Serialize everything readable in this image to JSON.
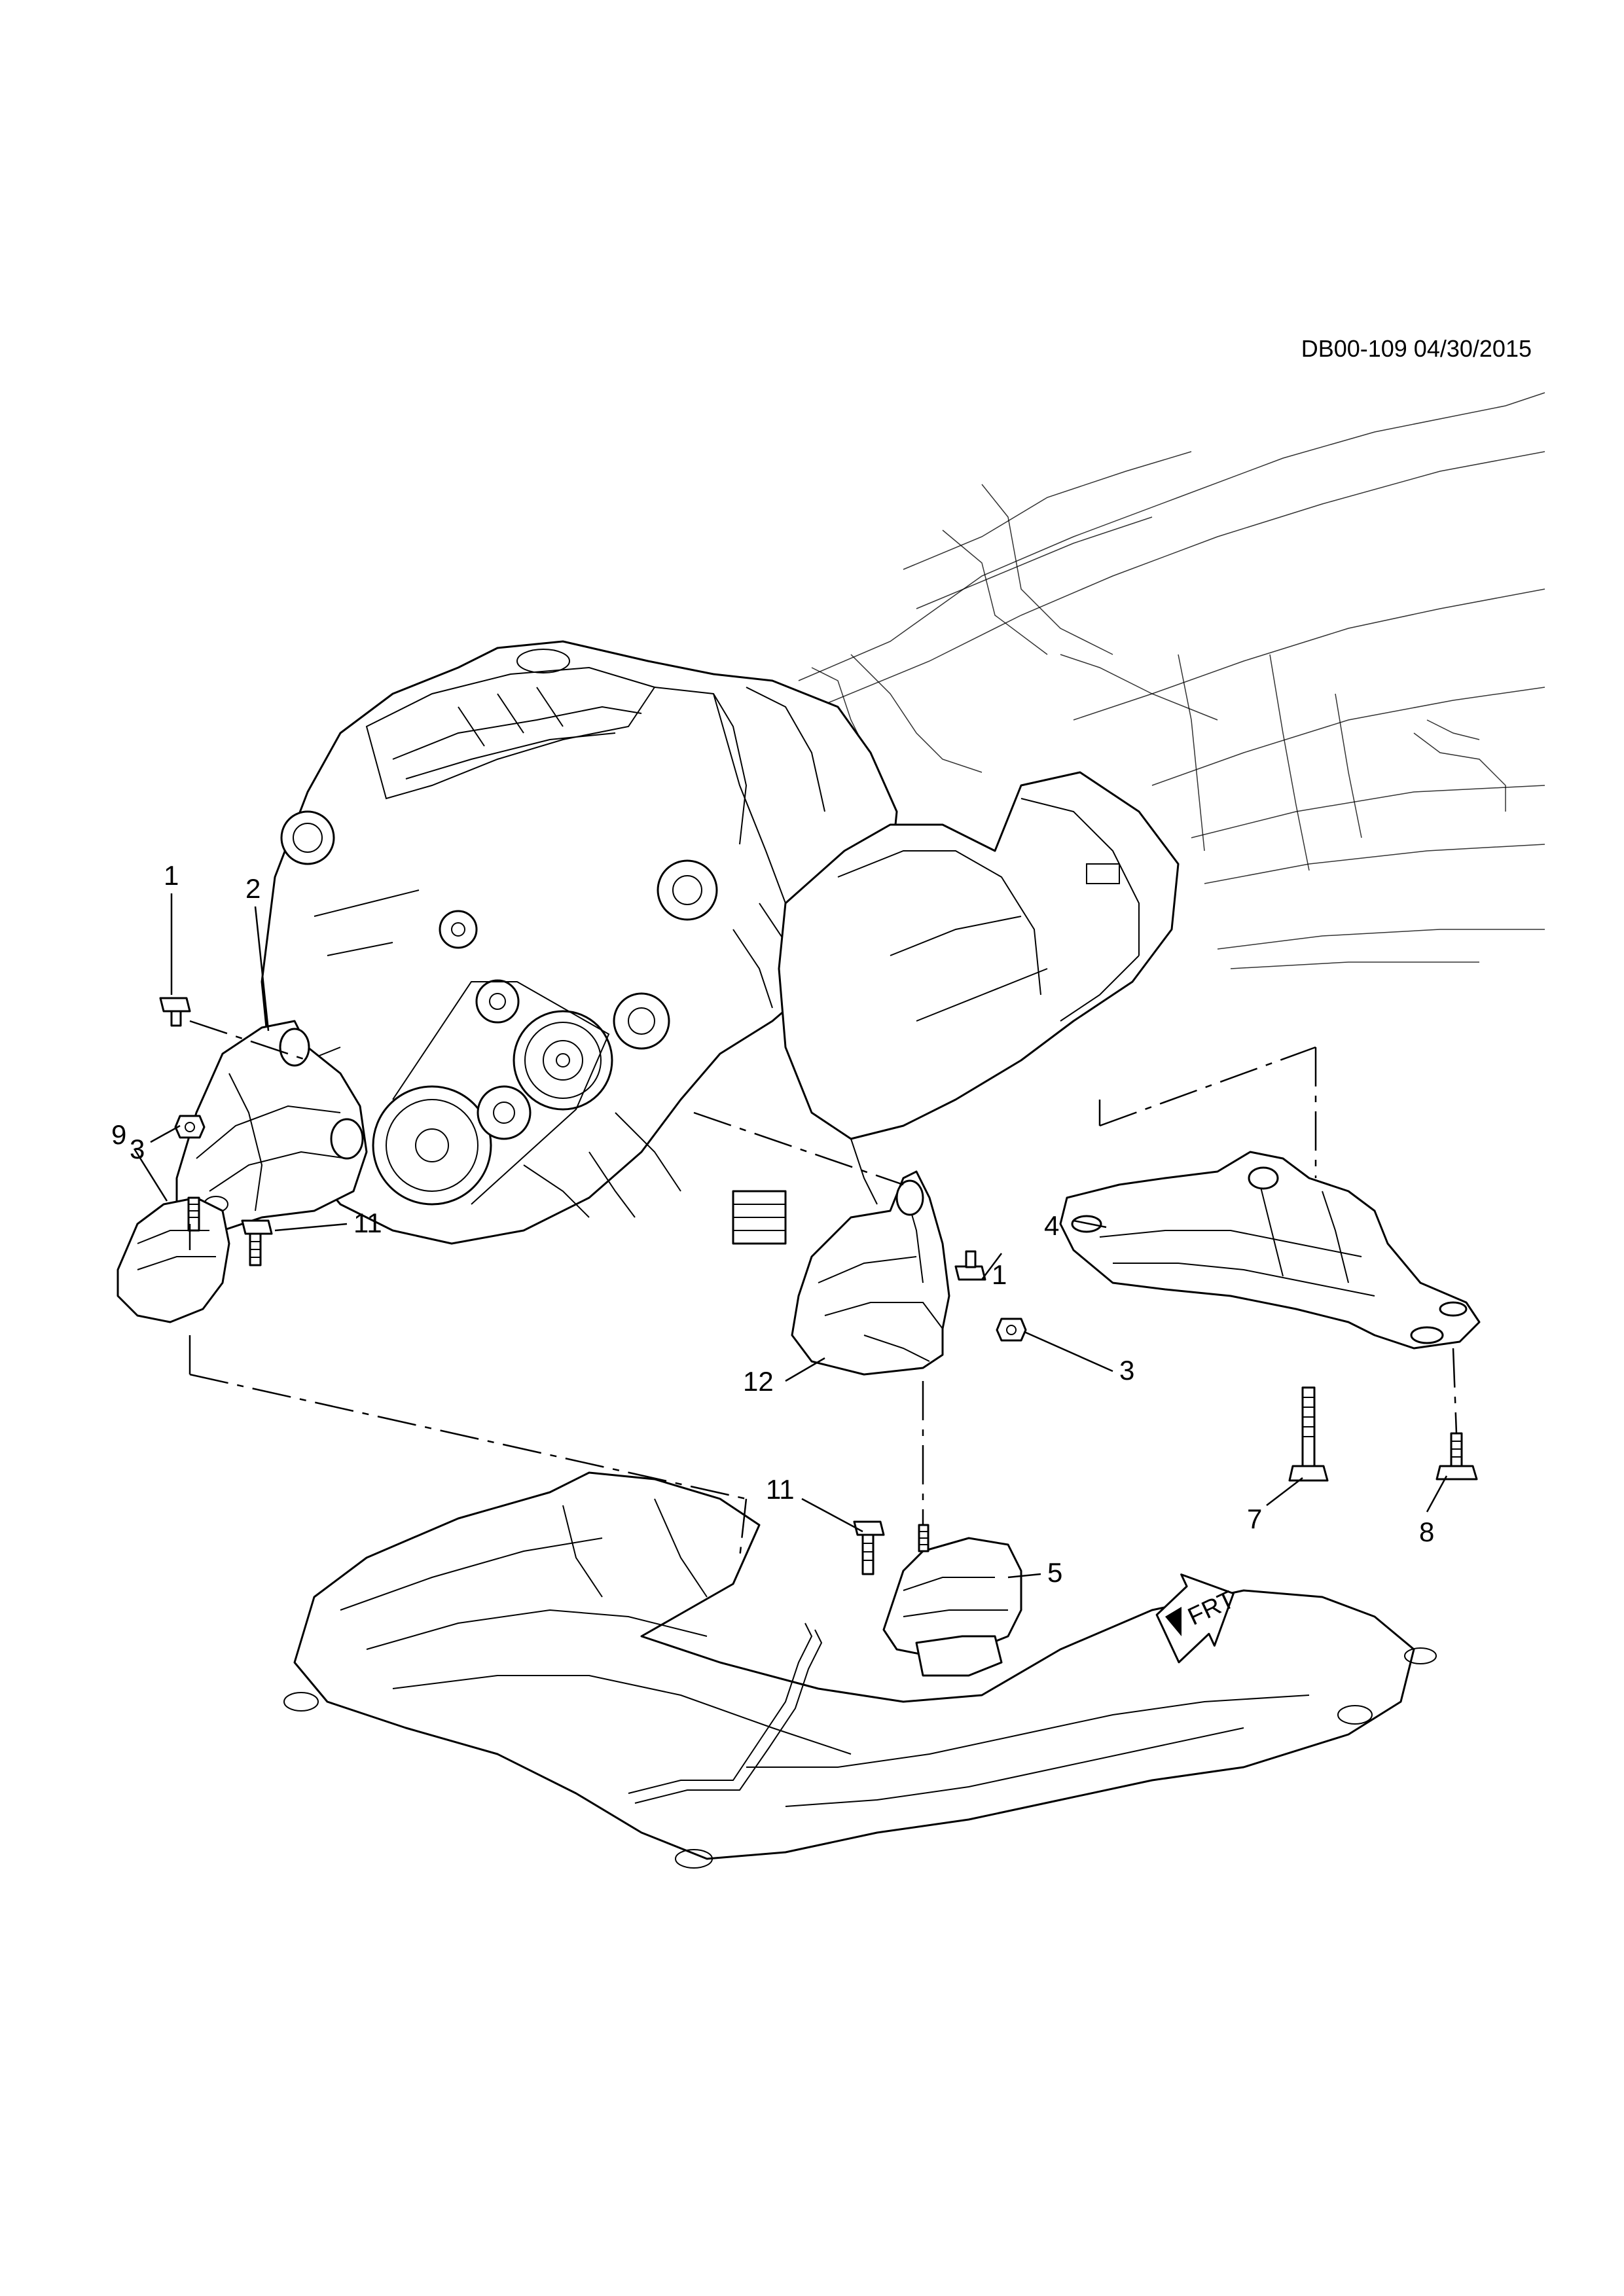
{
  "doc_id": "DB00-109 04/30/2015",
  "frt_label": "FRT",
  "callouts": [
    {
      "id": "c1a",
      "text": "1"
    },
    {
      "id": "c2",
      "text": "2"
    },
    {
      "id": "c3a",
      "text": "3"
    },
    {
      "id": "c9",
      "text": "9"
    },
    {
      "id": "c11a",
      "text": "11"
    },
    {
      "id": "c1b",
      "text": "1"
    },
    {
      "id": "c3b",
      "text": "3"
    },
    {
      "id": "c4",
      "text": "4"
    },
    {
      "id": "c12",
      "text": "12"
    },
    {
      "id": "c11b",
      "text": "11"
    },
    {
      "id": "c5",
      "text": "5"
    },
    {
      "id": "c7",
      "text": "7"
    },
    {
      "id": "c8",
      "text": "8"
    }
  ]
}
